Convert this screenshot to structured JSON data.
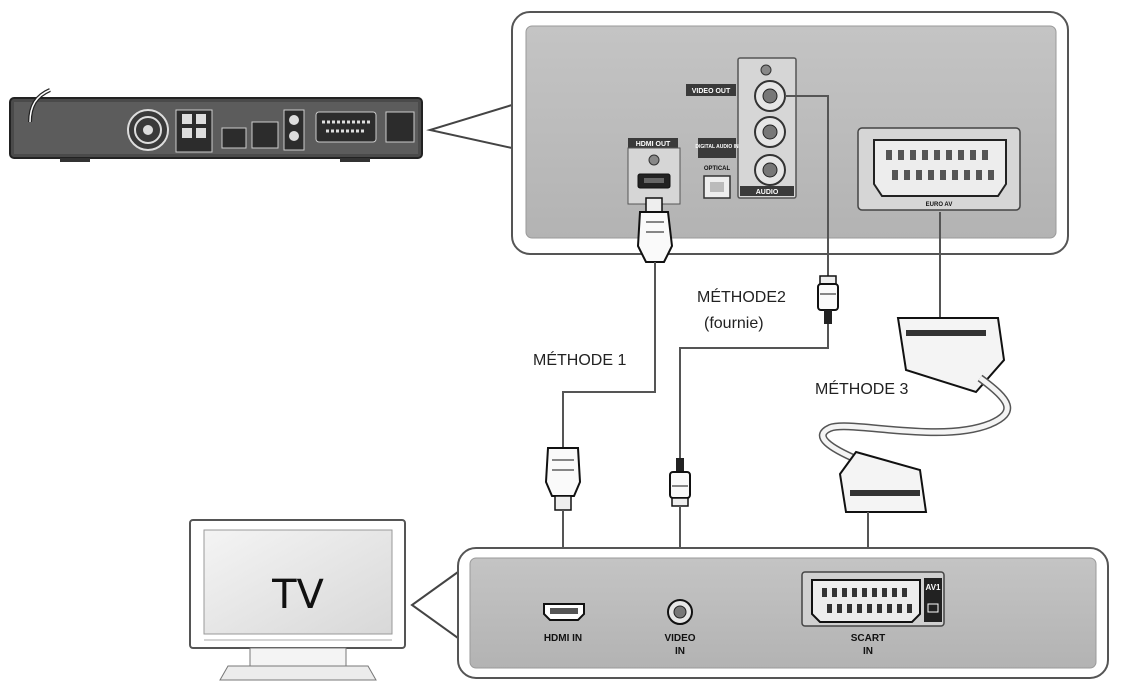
{
  "labels": {
    "method1": "MÉTHODE 1",
    "method2": "MÉTHODE2",
    "method2_note": "(fournie)",
    "method3": "MÉTHODE 3"
  },
  "tv": {
    "screen_label": "TV",
    "ports": {
      "hdmi": "HDMI IN",
      "video_line1": "VIDEO",
      "video_line2": "IN",
      "scart_line1": "SCART",
      "scart_line2": "IN",
      "av": "AV1"
    }
  },
  "player_panel": {
    "video_out": "VIDEO OUT",
    "hdmi_out": "HDMI OUT",
    "digital_audio": "DIGITAL AUDIO IN",
    "optical": "OPTICAL",
    "audio": "AUDIO",
    "euro_av": "EURO AV"
  },
  "colors": {
    "panel": "#c9c9c9",
    "panel_edge": "#8a8a8a",
    "cable": "#555555"
  }
}
